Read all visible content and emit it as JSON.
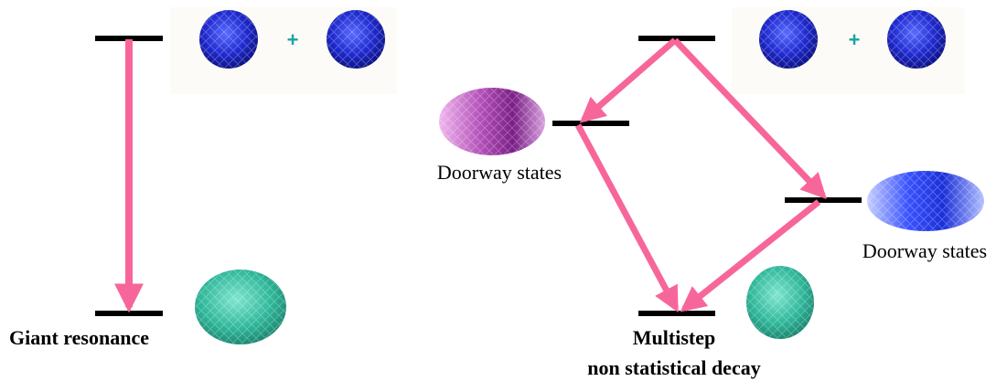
{
  "left_diagram": {
    "plus_sign": "+",
    "caption": "Giant resonance"
  },
  "right_diagram": {
    "plus_sign": "+",
    "doorway_label_left": "Doorway states",
    "doorway_label_right": "Doorway states",
    "caption_line1": "Multistep",
    "caption_line2": "non statistical decay"
  },
  "colors": {
    "arrow": "#f7669a",
    "level": "#000000",
    "plus": "#1aa3a3",
    "sphere_blue": "#2a2ad6",
    "sphere_teal": "#3fc6a8",
    "sphere_purple": "#b050b8",
    "sphere_blue_deformed": "#2a44e0"
  }
}
